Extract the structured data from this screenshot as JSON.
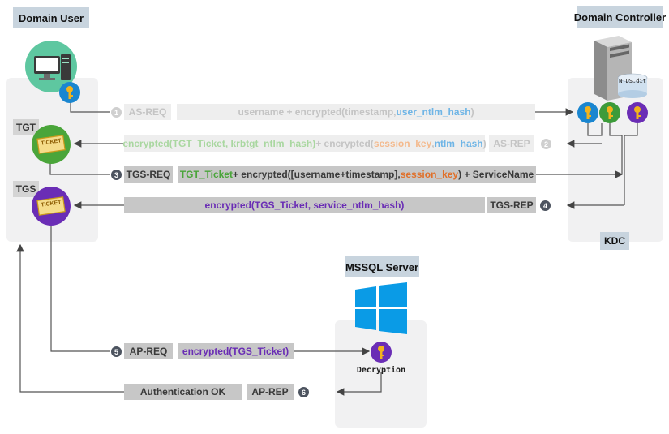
{
  "actors": {
    "domain_user": "Domain User",
    "domain_controller": "Domain Controller",
    "mssql_server": "MSSQL Server",
    "kdc": "KDC"
  },
  "labels": {
    "tgt": "TGT",
    "tgs": "TGS",
    "ticket": "TICKET",
    "ntds": "NTDS.dit",
    "decryption": "Decryption"
  },
  "steps": {
    "s1": {
      "num": "1",
      "name": "AS-REQ",
      "msg_a": "username + encrypted(timestamp, ",
      "msg_b": "user_ntlm_hash",
      "msg_c": ")"
    },
    "s2": {
      "num": "2",
      "name": "AS-REP",
      "msg_a": "encrypted(TGT_Ticket, krbtgt_ntlm_hash)",
      "msg_b": " + encrypted(",
      "msg_c": "session_key",
      "msg_d": ",",
      "msg_e": "ntlm_hash",
      "msg_f": ")"
    },
    "s3": {
      "num": "3",
      "name": "TGS-REQ",
      "msg_a": "TGT_Ticket",
      "msg_b": " + encrypted([username+timestamp],",
      "msg_c": "session_key",
      "msg_d": ") + ServiceName"
    },
    "s4": {
      "num": "4",
      "name": "TGS-REP",
      "msg": "encrypted(TGS_Ticket, service_ntlm_hash)"
    },
    "s5": {
      "num": "5",
      "name": "AP-REQ",
      "msg": "encrypted(TGS_Ticket)"
    },
    "s6": {
      "num": "6",
      "name": "AP-REP",
      "msg": "Authentication OK"
    }
  },
  "colors": {
    "panel": "#f1f1f2",
    "header": "#c8d4de",
    "key_blue": "#1a86d0",
    "key_green": "#3c9b3a",
    "key_purple": "#6a2db5",
    "key_gold": "#f2b31c",
    "tgt_circle": "#4aa53a",
    "tgs_circle": "#6a2db5",
    "computer_circle": "#5ec7a0",
    "windows_blue": "#0a9be6"
  }
}
